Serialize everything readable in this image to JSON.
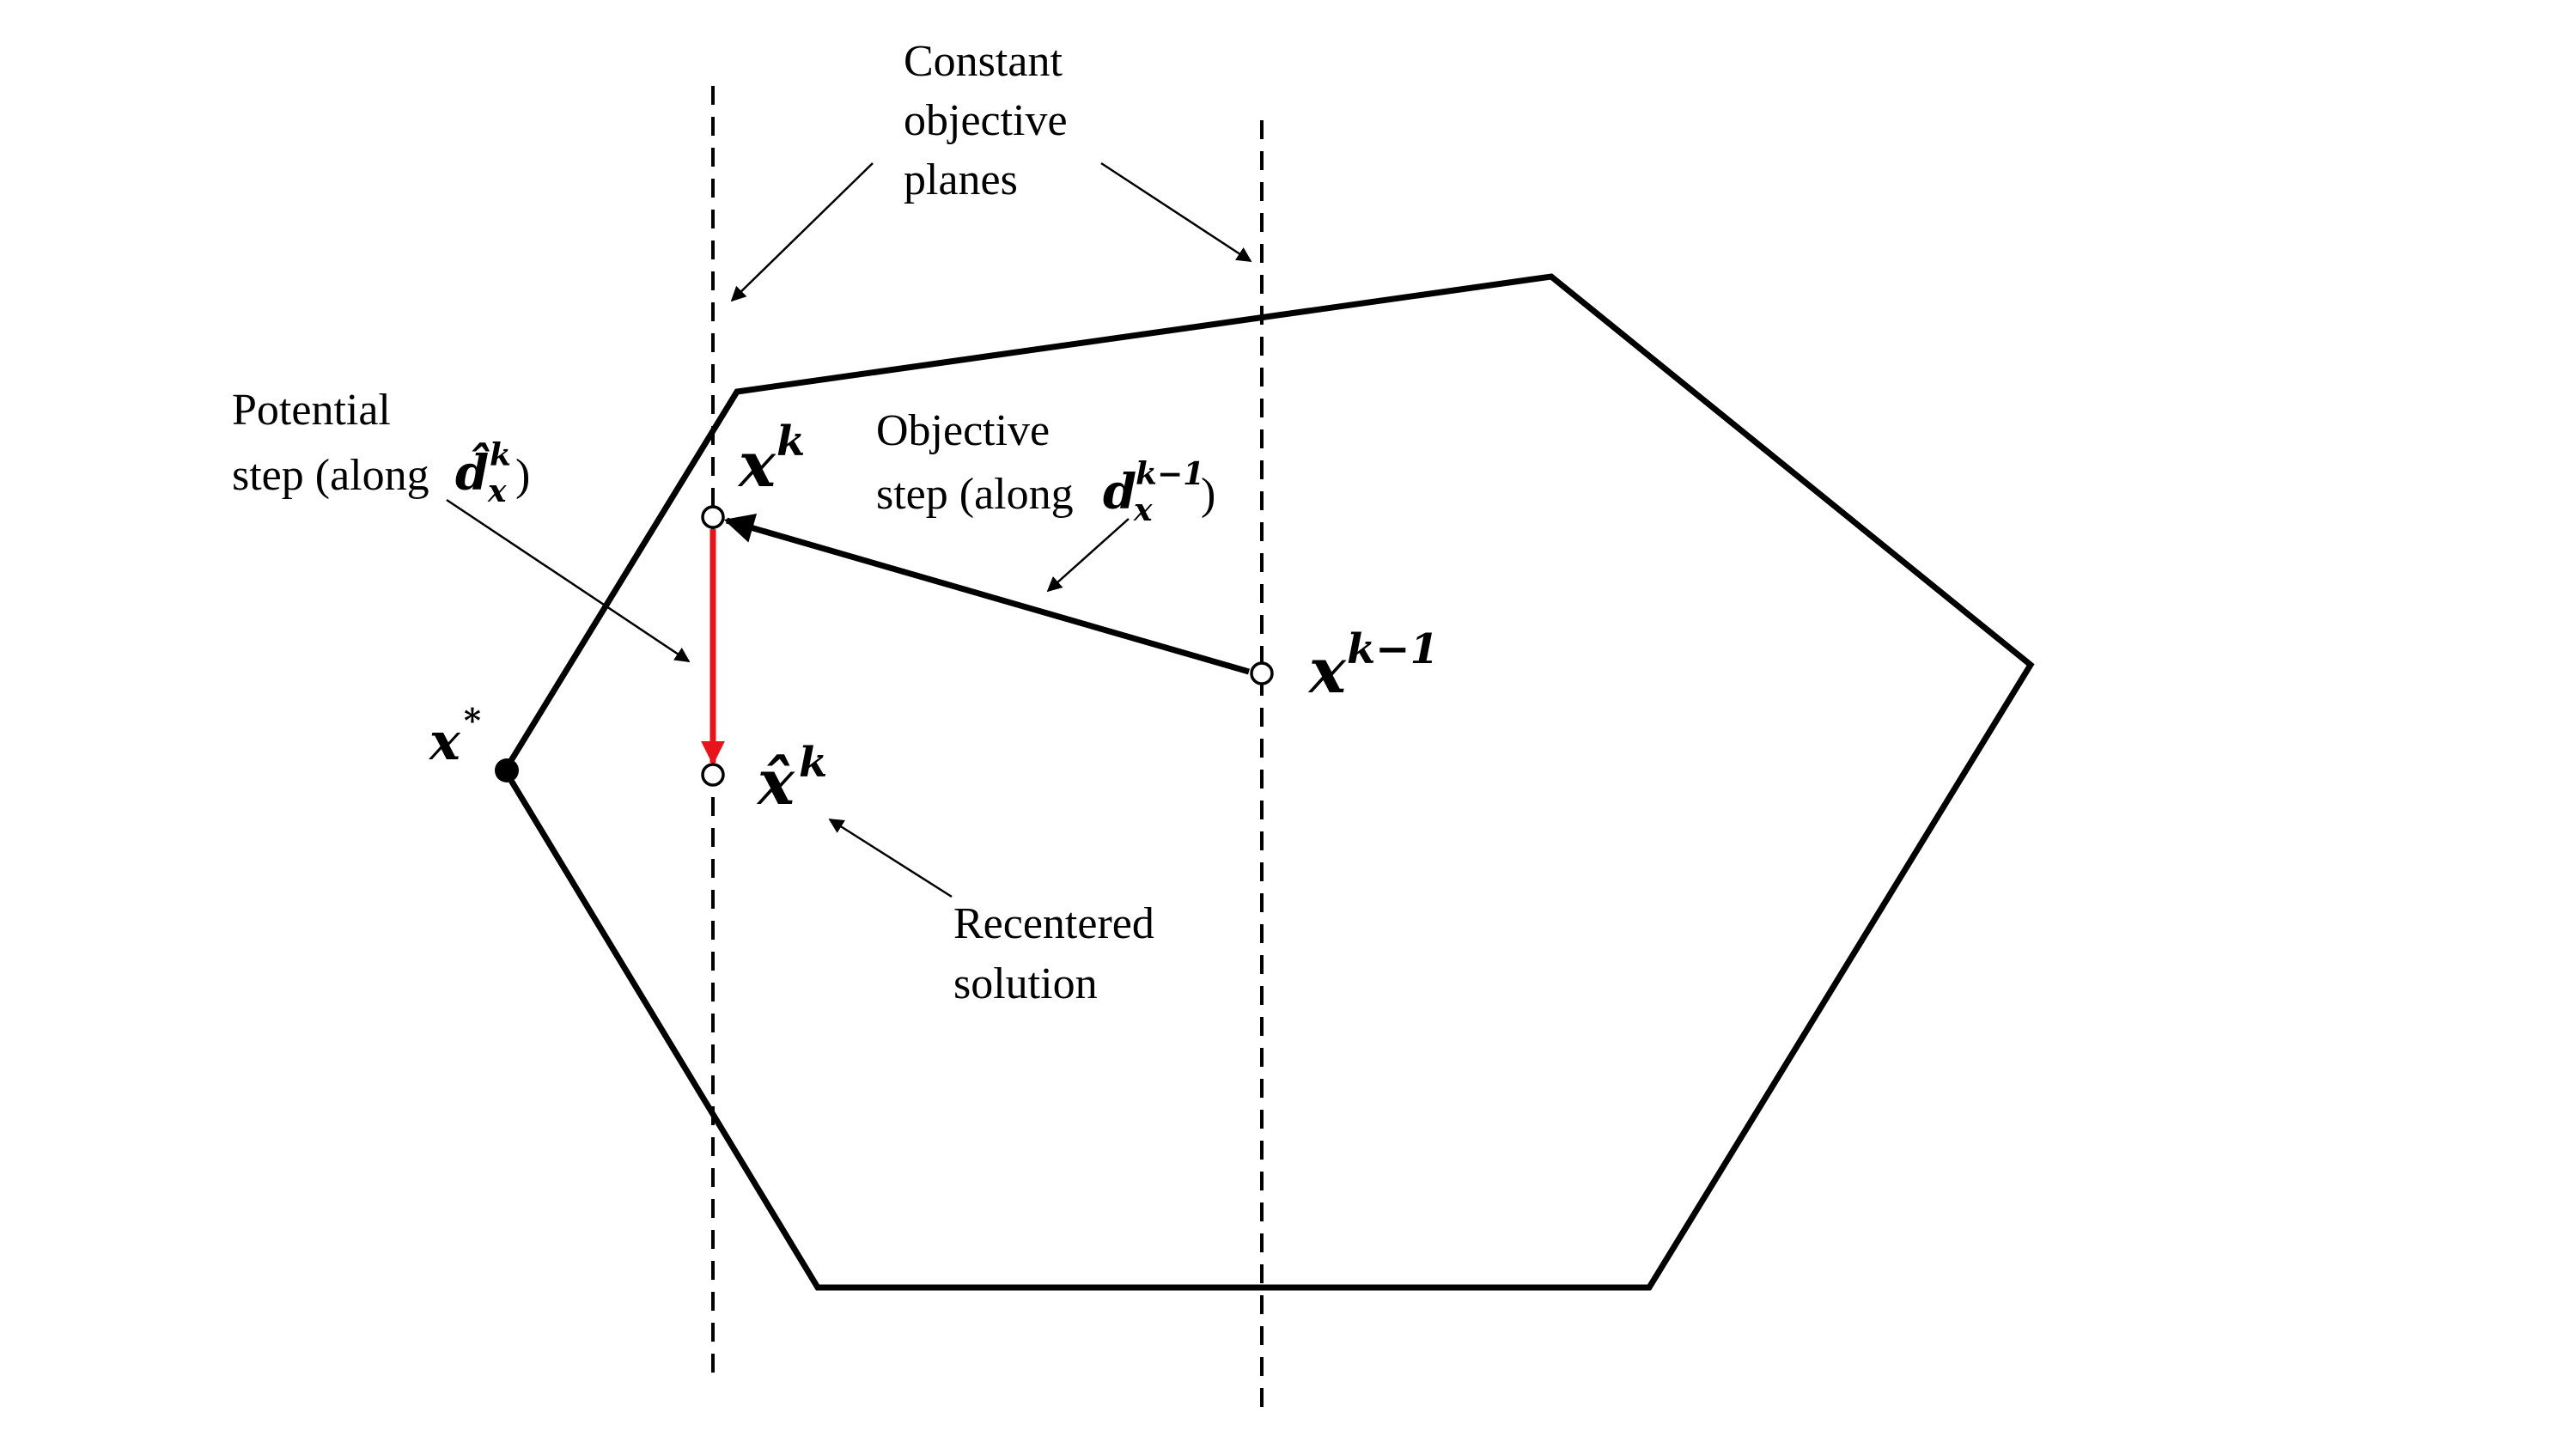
{
  "labels": {
    "constant_planes": [
      "Constant",
      "objective",
      "planes"
    ],
    "potential_step": {
      "line1": "Potential",
      "line2_prefix": "step (along ",
      "line2_symbol": "d̂",
      "line2_sub": "x",
      "line2_sup": "k",
      "line2_suffix": " )"
    },
    "objective_step": {
      "line1": "Objective",
      "line2_prefix": "step (along ",
      "line2_symbol": "d",
      "line2_sub": "x",
      "line2_sup": "k−1",
      "line2_suffix": " )"
    },
    "recentered": [
      "Recentered",
      "solution"
    ]
  },
  "points": {
    "x_k": {
      "base": "x",
      "sup": "k"
    },
    "x_k_minus_1": {
      "base": "x",
      "sup": "k−1"
    },
    "x_star": {
      "base": "x",
      "sup": "*"
    },
    "x_hat_k": {
      "base": "x̂",
      "sup": "k"
    }
  },
  "colors": {
    "polygon": "#000000",
    "potential_step_arrow": "#e8141c",
    "planes": "#000000"
  }
}
